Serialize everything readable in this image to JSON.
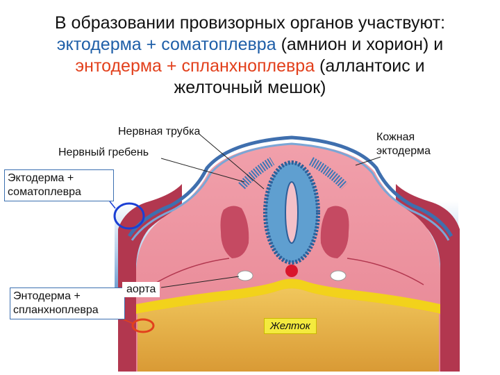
{
  "title": {
    "line1": "В образовании провизорных органов участвуют:",
    "line2_ecto": "эктодерма + соматоплевра",
    "line2_rest": " (амнион и хорион) и",
    "line3_endo": "энтодерма + спланхноплевра",
    "line3_rest": " (аллантоис и",
    "line4": "желточный мешок)"
  },
  "labels": {
    "neural_tube": "Нервная трубка",
    "neural_crest": "Нервный гребень",
    "skin_ecto_1": "Кожная",
    "skin_ecto_2": "эктодерма",
    "ecto_somato_1": "Эктодерма +",
    "ecto_somato_2": "соматоплевра",
    "endo_splanch_1": "Энтодерма +",
    "endo_splanch_2": "спланхноплевра",
    "aorta": "аорта",
    "yolk": "Желток"
  },
  "colors": {
    "ectoderm_text": "#1f5fa8",
    "endoderm_text": "#e2401c",
    "mesoderm": "#e98a98",
    "ectoderm_layer": "#4f86c6",
    "neural_tube": "#5f9fd0",
    "yolk": "#e7b64a",
    "endoderm_layer": "#f2d21b",
    "aorta": "#d9162b"
  }
}
